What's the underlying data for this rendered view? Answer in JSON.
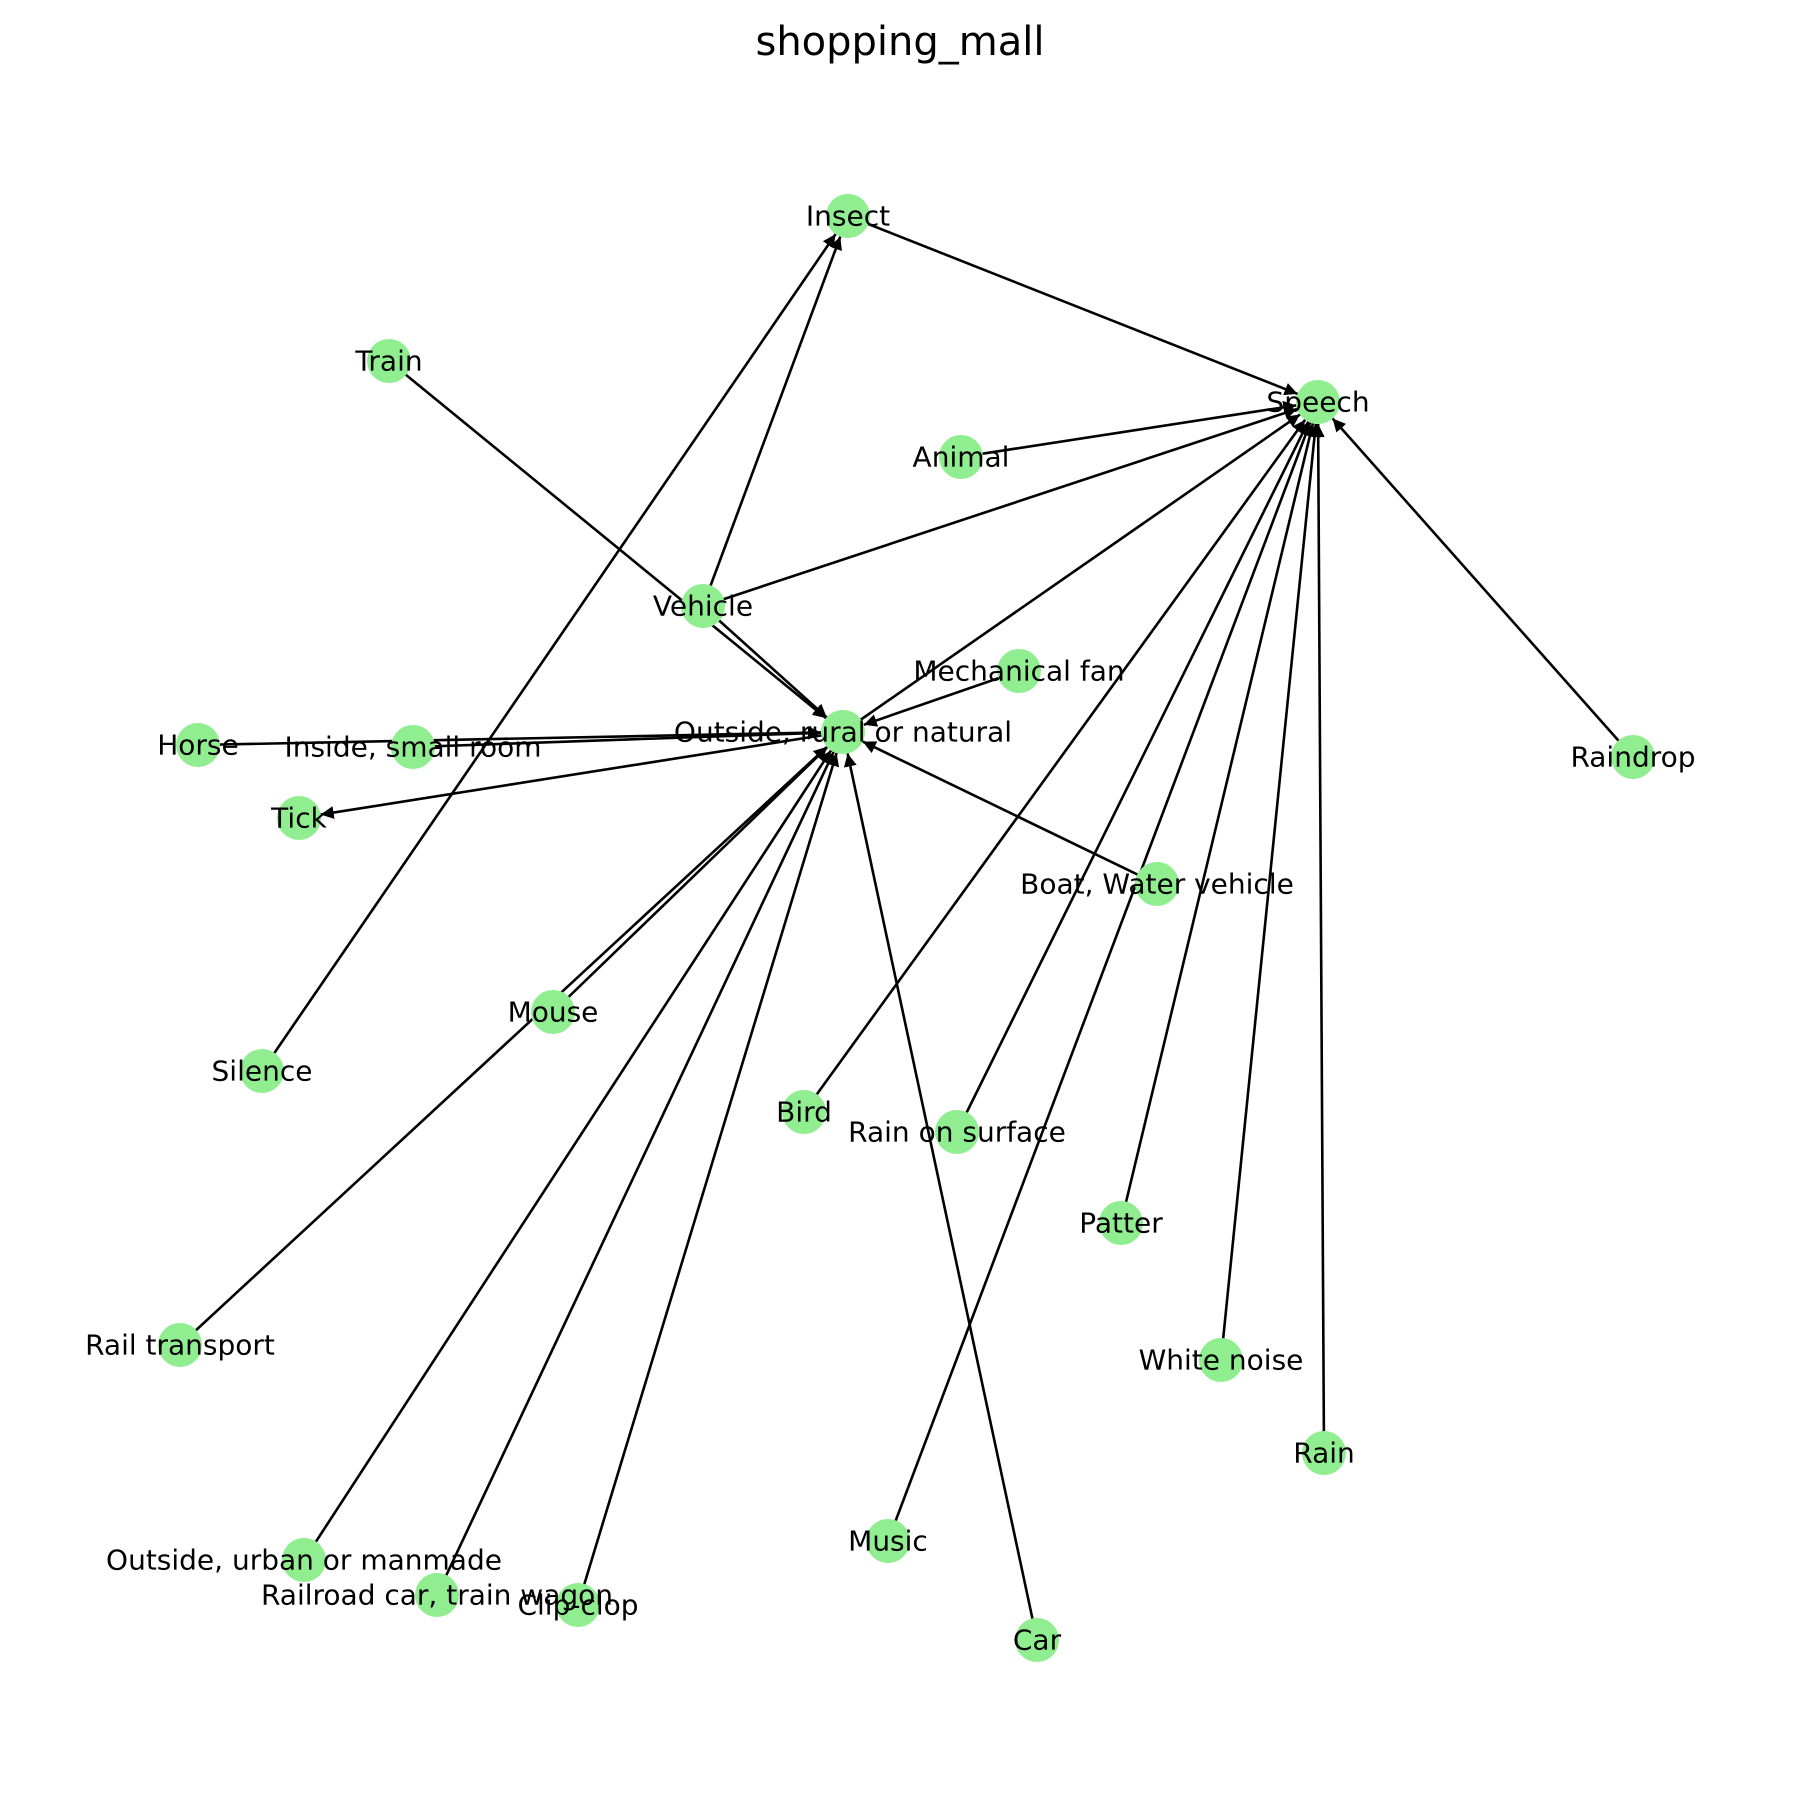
{
  "title": "shopping_mall",
  "style": {
    "node_color": "#90ee90",
    "edge_color": "#000000",
    "label_color": "#000000",
    "background": "#ffffff"
  },
  "nodes": [
    {
      "id": "insect",
      "label": "Insect"
    },
    {
      "id": "speech",
      "label": "Speech"
    },
    {
      "id": "train",
      "label": "Train"
    },
    {
      "id": "animal",
      "label": "Animal"
    },
    {
      "id": "vehicle",
      "label": "Vehicle"
    },
    {
      "id": "mech_fan",
      "label": "Mechanical fan"
    },
    {
      "id": "outside_rural",
      "label": "Outside, rural or natural"
    },
    {
      "id": "horse",
      "label": "Horse"
    },
    {
      "id": "inside_small",
      "label": "Inside, small room"
    },
    {
      "id": "raindrop",
      "label": "Raindrop"
    },
    {
      "id": "tick",
      "label": "Tick"
    },
    {
      "id": "boat",
      "label": "Boat, Water vehicle"
    },
    {
      "id": "mouse",
      "label": "Mouse"
    },
    {
      "id": "silence",
      "label": "Silence"
    },
    {
      "id": "bird",
      "label": "Bird"
    },
    {
      "id": "rain_surface",
      "label": "Rain on surface"
    },
    {
      "id": "patter",
      "label": "Patter"
    },
    {
      "id": "rail_transport",
      "label": "Rail transport"
    },
    {
      "id": "white_noise",
      "label": "White noise"
    },
    {
      "id": "rain",
      "label": "Rain"
    },
    {
      "id": "music",
      "label": "Music"
    },
    {
      "id": "outside_urban",
      "label": "Outside, urban or manmade"
    },
    {
      "id": "railroad_car",
      "label": "Railroad car, train wagon"
    },
    {
      "id": "clip_clop",
      "label": "Clip-clop"
    },
    {
      "id": "car",
      "label": "Car"
    }
  ],
  "edges": [
    {
      "source": "insect",
      "target": "speech"
    },
    {
      "source": "animal",
      "target": "speech"
    },
    {
      "source": "vehicle",
      "target": "speech"
    },
    {
      "source": "vehicle",
      "target": "insect"
    },
    {
      "source": "vehicle",
      "target": "outside_rural"
    },
    {
      "source": "train",
      "target": "outside_rural"
    },
    {
      "source": "outside_rural",
      "target": "speech"
    },
    {
      "source": "mech_fan",
      "target": "outside_rural"
    },
    {
      "source": "horse",
      "target": "outside_rural"
    },
    {
      "source": "inside_small",
      "target": "outside_rural"
    },
    {
      "source": "outside_rural",
      "target": "tick"
    },
    {
      "source": "boat",
      "target": "outside_rural"
    },
    {
      "source": "raindrop",
      "target": "speech"
    },
    {
      "source": "silence",
      "target": "insect"
    },
    {
      "source": "mouse",
      "target": "outside_rural"
    },
    {
      "source": "rail_transport",
      "target": "outside_rural"
    },
    {
      "source": "bird",
      "target": "speech"
    },
    {
      "source": "rain_surface",
      "target": "speech"
    },
    {
      "source": "patter",
      "target": "speech"
    },
    {
      "source": "white_noise",
      "target": "speech"
    },
    {
      "source": "rain",
      "target": "speech"
    },
    {
      "source": "music",
      "target": "speech"
    },
    {
      "source": "outside_urban",
      "target": "outside_rural"
    },
    {
      "source": "railroad_car",
      "target": "outside_rural"
    },
    {
      "source": "clip_clop",
      "target": "outside_rural"
    },
    {
      "source": "car",
      "target": "outside_rural"
    }
  ]
}
